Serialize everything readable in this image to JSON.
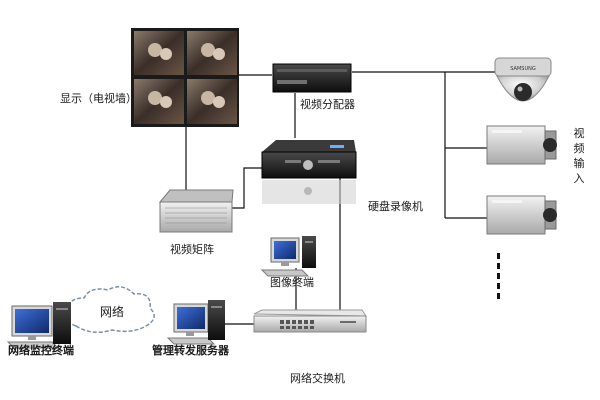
{
  "labels": {
    "display": "显示（电视墙）",
    "distributor": "视频分配器",
    "dvr": "硬盘录像机",
    "matrix": "视频矩阵",
    "image_terminal": "图像终端",
    "network_cloud": "网络",
    "monitor_terminal": "网络监控终端",
    "management_server": "管理转发服务器",
    "network_switch": "网络交换机",
    "video_input": [
      "视",
      "频",
      "输",
      "入"
    ]
  },
  "devices": {
    "camera_brand": "SAMSUNG"
  },
  "colors": {
    "line": "#111111",
    "screen": "#1b3f8f",
    "cloud": "#7b8fa6"
  }
}
